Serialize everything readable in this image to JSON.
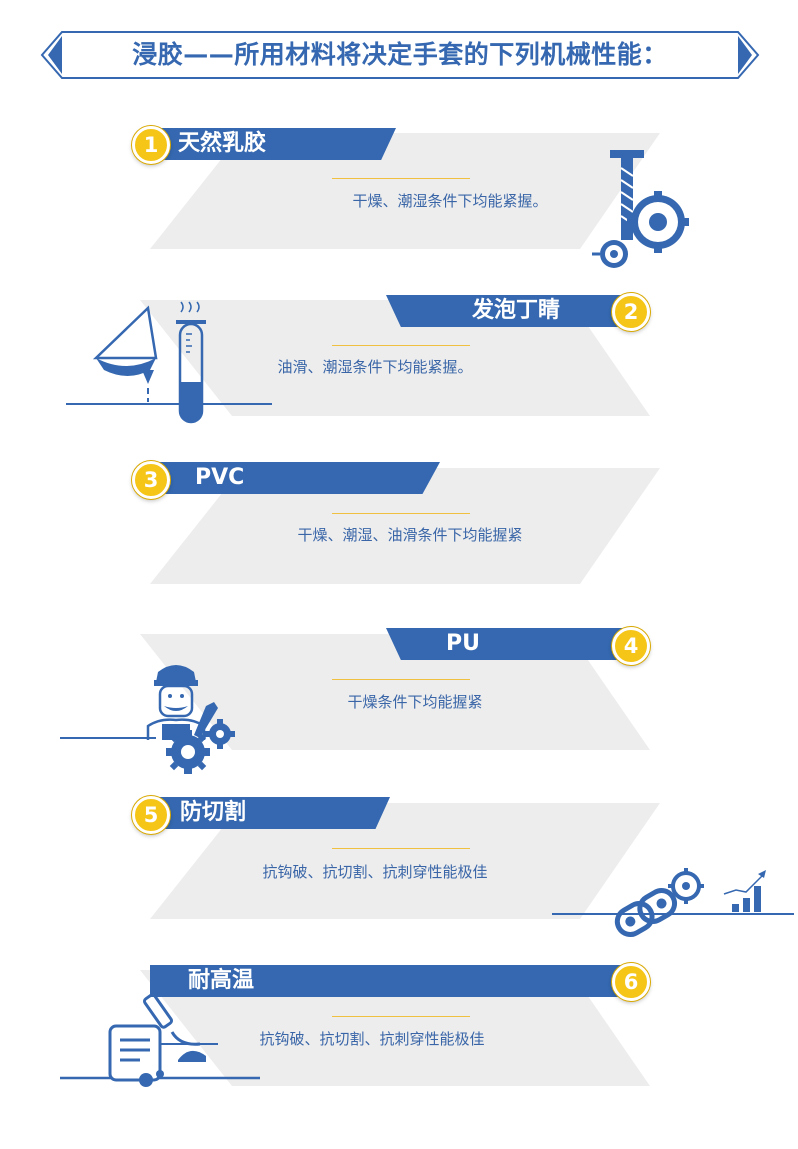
{
  "title": "浸胶——所用材料将决定手套的下列机械性能：",
  "items": [
    {
      "number": "1",
      "label": "天然乳胶",
      "description": "干燥、潮湿条件下均能紧握。"
    },
    {
      "number": "2",
      "label": "发泡丁睛",
      "description": "油滑、潮湿条件下均能紧握。"
    },
    {
      "number": "3",
      "label": "PVC",
      "description": "干燥、潮湿、油滑条件下均能握紧"
    },
    {
      "number": "4",
      "label": "PU",
      "description": "干燥条件下均能握紧"
    },
    {
      "number": "5",
      "label": "防切割",
      "description": "抗钩破、抗切割、抗刺穿性能极佳"
    },
    {
      "number": "6",
      "label": "耐高温",
      "description": "抗钩破、抗切割、抗刺穿性能极佳"
    }
  ],
  "colors": {
    "primary": "#3568b0",
    "badge": "#f5c518",
    "panel": "#ededed",
    "accent_line": "#f0c040"
  },
  "icons": [
    "gear-lever-icon",
    "lab-glassware-icon",
    "mechanic-worker-icon",
    "chain-growth-icon",
    "document-microscope-icon"
  ]
}
